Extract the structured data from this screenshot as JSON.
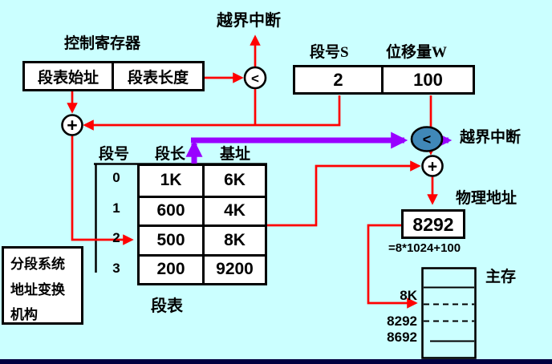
{
  "colors": {
    "background": "#cbffff",
    "wire_red": "#ff0000",
    "wire_purple": "#9900ff",
    "comparator_fill": "#4088b8",
    "footer_bar": "#000040"
  },
  "control_register": {
    "label": "控制寄存器",
    "fields": [
      {
        "label": "段表始址"
      },
      {
        "label": "段表长度"
      }
    ]
  },
  "interrupts": {
    "top": "越界中断",
    "right": "越界中断"
  },
  "logical_address": {
    "segment_label": "段号S",
    "offset_label": "位移量W",
    "segment_value": "2",
    "offset_value": "100"
  },
  "operators": {
    "compare": "<",
    "add": "+"
  },
  "segment_table": {
    "caption": "段表",
    "headers": {
      "index": "段号",
      "length": "段长",
      "base": "基址"
    },
    "rows": [
      {
        "index": "0",
        "length": "1K",
        "base": "6K"
      },
      {
        "index": "1",
        "length": "600",
        "base": "4K"
      },
      {
        "index": "2",
        "length": "500",
        "base": "8K"
      },
      {
        "index": "3",
        "length": "200",
        "base": "9200"
      }
    ]
  },
  "info_box": {
    "lines": [
      "分段系统",
      "地址变换",
      "机构"
    ]
  },
  "physical_address": {
    "label": "物理地址",
    "value": "8292",
    "formula": "=8*1024+100"
  },
  "memory": {
    "label": "主存",
    "marks": [
      "8K",
      "8292",
      "8692"
    ]
  }
}
